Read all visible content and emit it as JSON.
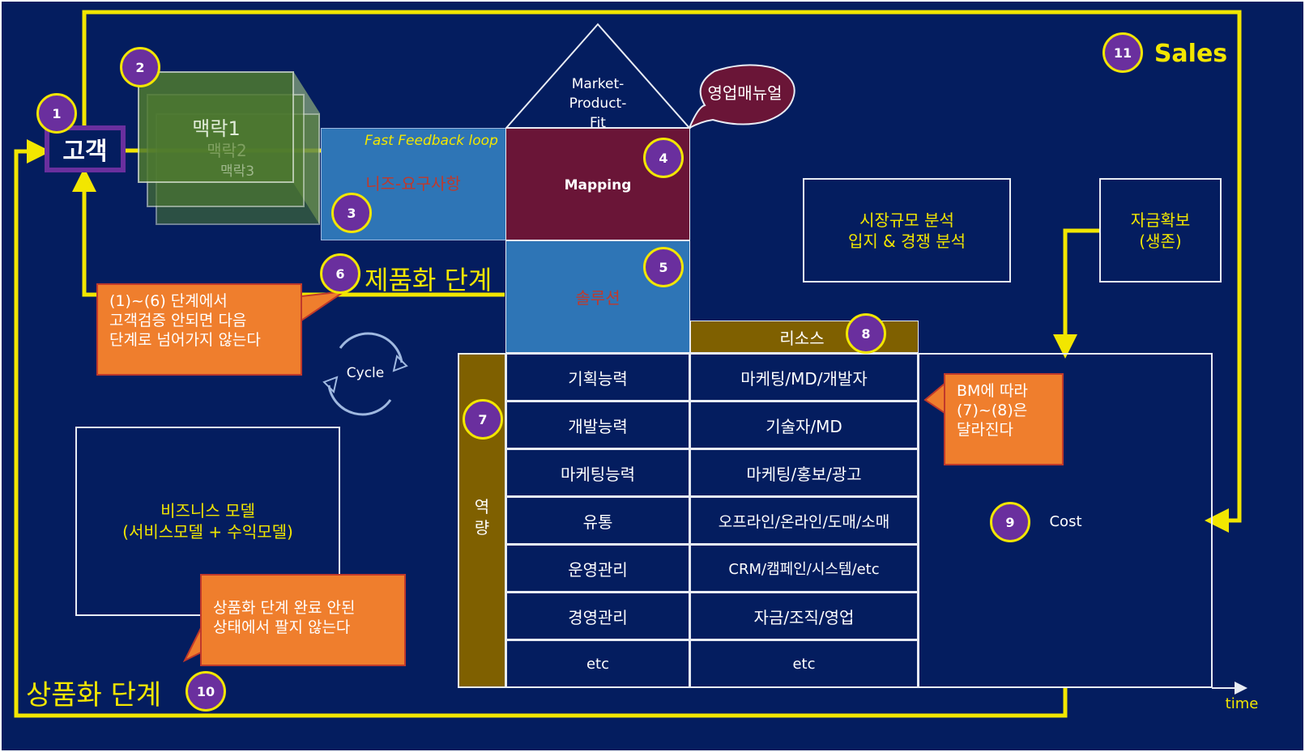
{
  "steps": {
    "s1": "1",
    "s2": "2",
    "s3": "3",
    "s4": "4",
    "s5": "5",
    "s6": "6",
    "s7": "7",
    "s8": "8",
    "s9": "9",
    "s10": "10",
    "s11": "11"
  },
  "customer": "고객",
  "contexts": [
    "맥락1",
    "맥락2",
    "맥락3"
  ],
  "fast_feedback": "Fast Feedback loop",
  "needs": "니즈-요구사항",
  "mpf": "Market-\nProduct-\nFit",
  "sales_manual": "영업매뉴얼",
  "mapping": "Mapping",
  "solution": "솔루션",
  "productization_stage": "제품화 단계",
  "commercialization_stage": "상품화 단계",
  "sales": "Sales",
  "market_analysis": "시장규모 분석\n입지 & 경쟁 분석",
  "funding": "자금확보\n(생존)",
  "note_validation": "(1)~(6) 단계에서\n고객검증 안되면 다음\n단계로 넘어가지 않는다",
  "cycle": "Cycle",
  "business_model": "비즈니스 모델\n(서비스모델 + 수익모델)",
  "note_sell": "상품화 단계 완료 안된\n상태에서 팔지 않는다",
  "resources_header": "리소스",
  "capability_label": "역\n량",
  "capabilities": [
    "기획능력",
    "개발능력",
    "마케팅능력",
    "유통",
    "운영관리",
    "경영관리",
    "etc"
  ],
  "resources": [
    "마케팅/MD/개발자",
    "기술자/MD",
    "마케팅/홍보/광고",
    "오프라인/온라인/도매/소매",
    "CRM/캠페인/시스템/etc",
    "자금/조직/영업",
    "etc"
  ],
  "note_bm": "BM에 따라\n(7)~(8)은\n달라진다",
  "cost": "Cost",
  "time": "time",
  "colors": {
    "background": "#041d5f",
    "yellow": "#f2e600",
    "needs_blue": "#2e75b6",
    "mapping_maroon": "#6a1537",
    "olive": "#7f6000",
    "orange": "#ef7e2d",
    "purple": "#6a2f9e",
    "context_green": "#4e7a2f"
  }
}
